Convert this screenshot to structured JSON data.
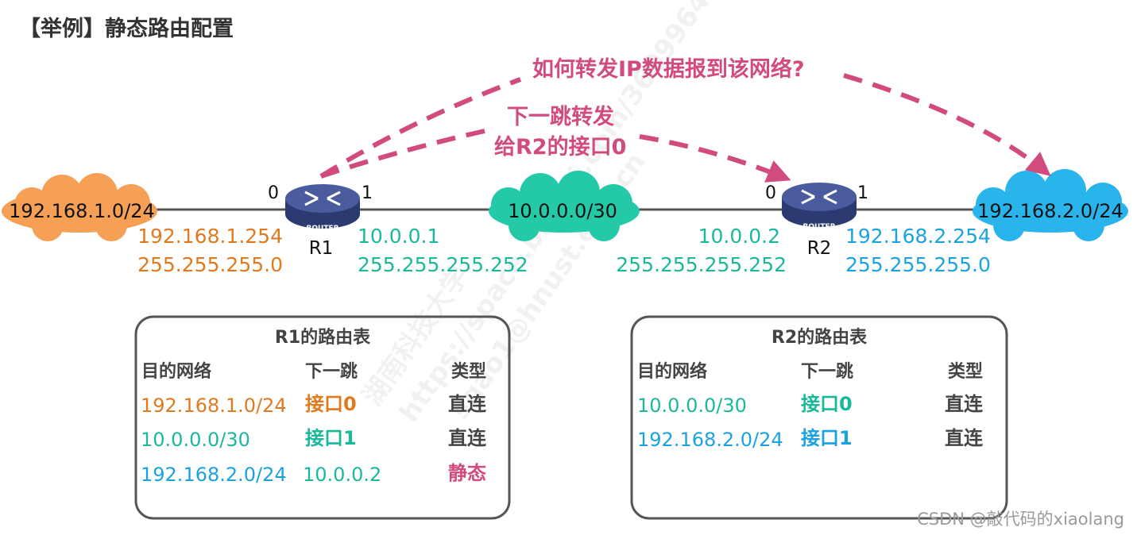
{
  "title": "【举例】静态路由配置",
  "colors": {
    "orange": "#e07a1f",
    "green": "#1bb89a",
    "blue": "#1aa3e0",
    "magenta": "#d14b7f",
    "cloud_orange": "#f5a055",
    "cloud_green": "#24c9a8",
    "cloud_blue": "#29b4ec",
    "router": "#3d4f8f"
  },
  "annotations": {
    "question": "如何转发IP数据报到该网络?",
    "next_hop_line1": "下一跳转发",
    "next_hop_line2": "给R2的接口0"
  },
  "networks": {
    "left": "192.168.1.0/24",
    "middle": "10.0.0.0/30",
    "right": "192.168.2.0/24"
  },
  "routers": {
    "r1": {
      "name": "R1",
      "badge": "ROUTER",
      "port0": "0",
      "port1": "1",
      "if0_ip": "192.168.1.254",
      "if0_mask": "255.255.255.0",
      "if1_ip": "10.0.0.1",
      "if1_mask": "255.255.255.252"
    },
    "r2": {
      "name": "R2",
      "badge": "ROUTER",
      "port0": "0",
      "port1": "1",
      "if0_ip": "10.0.0.2",
      "if0_mask": "255.255.255.252",
      "if1_ip": "192.168.2.254",
      "if1_mask": "255.255.255.0"
    }
  },
  "tables": {
    "r1": {
      "title": "R1的路由表",
      "headers": [
        "目的网络",
        "下一跳",
        "类型"
      ],
      "rows": [
        [
          "192.168.1.0/24",
          "接口0",
          "直连"
        ],
        [
          "10.0.0.0/30",
          "接口1",
          "直连"
        ],
        [
          "192.168.2.0/24",
          "10.0.0.2",
          "静态"
        ]
      ]
    },
    "r2": {
      "title": "R2的路由表",
      "headers": [
        "目的网络",
        "下一跳",
        "类型"
      ],
      "rows": [
        [
          "10.0.0.0/30",
          "接口0",
          "直连"
        ],
        [
          "192.168.2.0/24",
          "接口1",
          "直连"
        ]
      ]
    }
  },
  "watermark": {
    "line1": "https://space.bilibili.com/360996402",
    "line2": "sgao1@hnust.edu.cn",
    "line3": "湖南科技大学"
  },
  "footer": "CSDN @敲代码的xiaolang"
}
